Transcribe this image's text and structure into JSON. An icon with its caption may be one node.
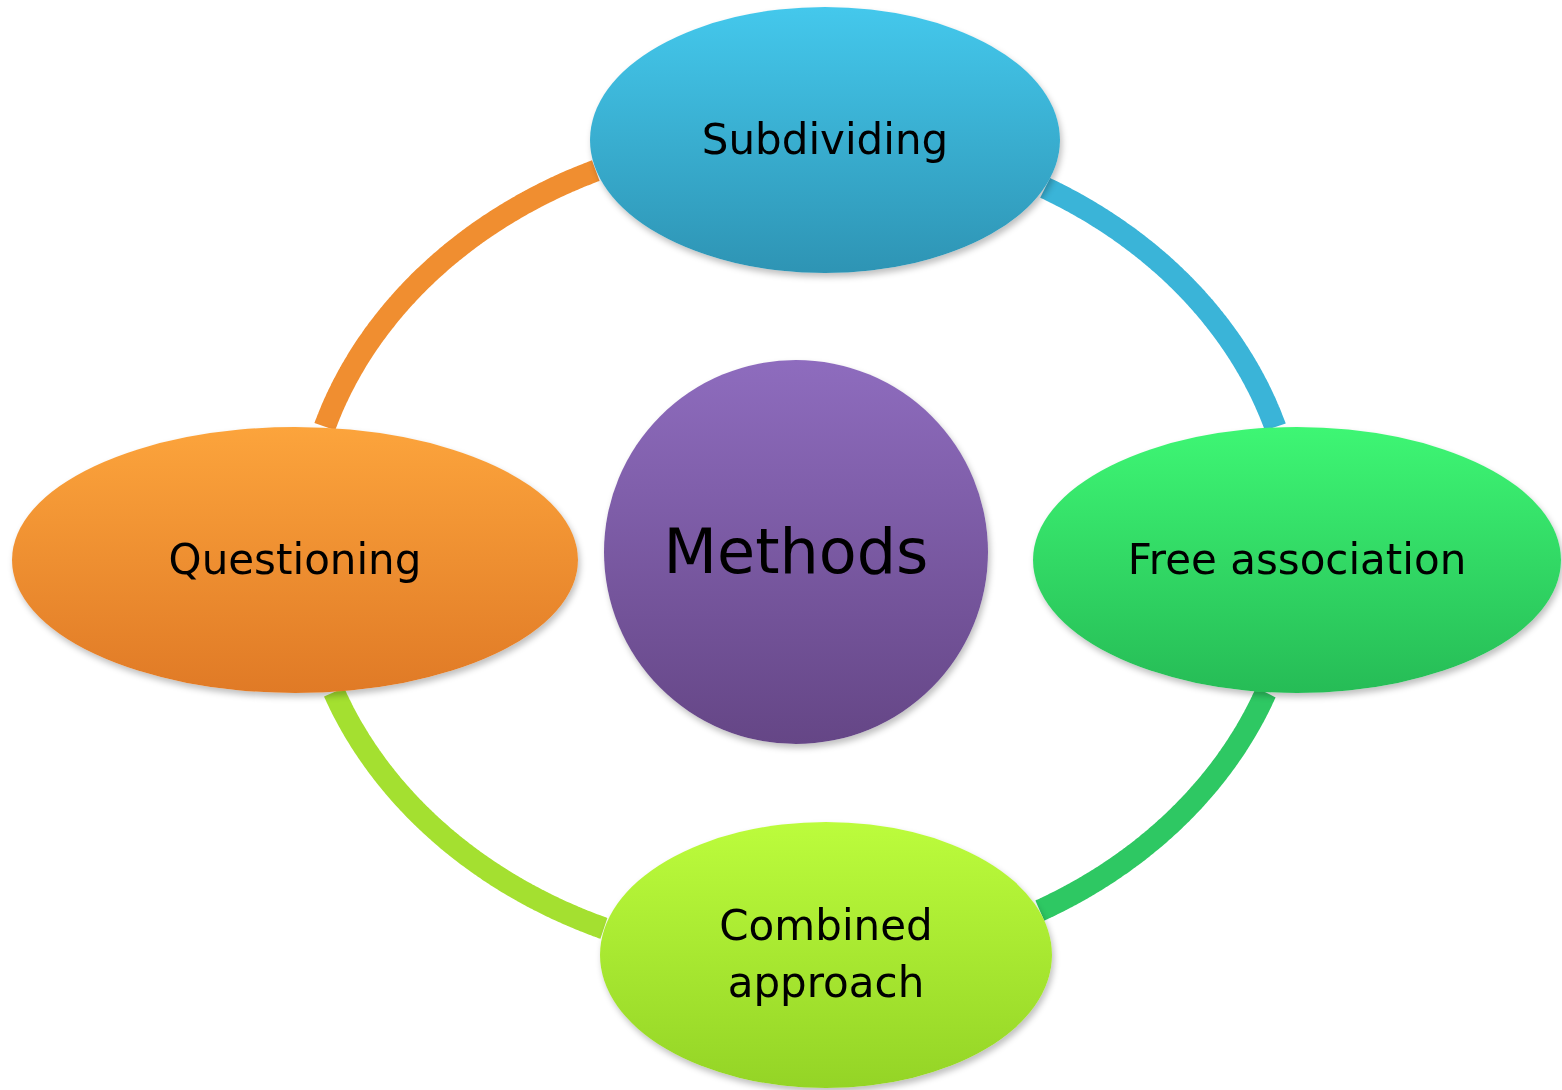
{
  "diagram": {
    "nodes": [
      {
        "text": [
          "Subdividing"
        ]
      },
      {
        "text": [
          "Questioning"
        ]
      },
      {
        "text": [
          "Methods"
        ]
      },
      {
        "text": [
          "Free association"
        ]
      },
      {
        "text": [
          "Combined approach"
        ]
      }
    ],
    "edges": [
      {
        "from": 0,
        "to": 3,
        "arrow": "none",
        "color": "#3ab4d8"
      },
      {
        "from": 3,
        "to": 4,
        "arrow": "none",
        "color": "#2ec863"
      },
      {
        "from": 4,
        "to": 1,
        "arrow": "none",
        "color": "#a4e030"
      },
      {
        "from": 1,
        "to": 0,
        "arrow": "none",
        "color": "#f08e30"
      }
    ]
  }
}
